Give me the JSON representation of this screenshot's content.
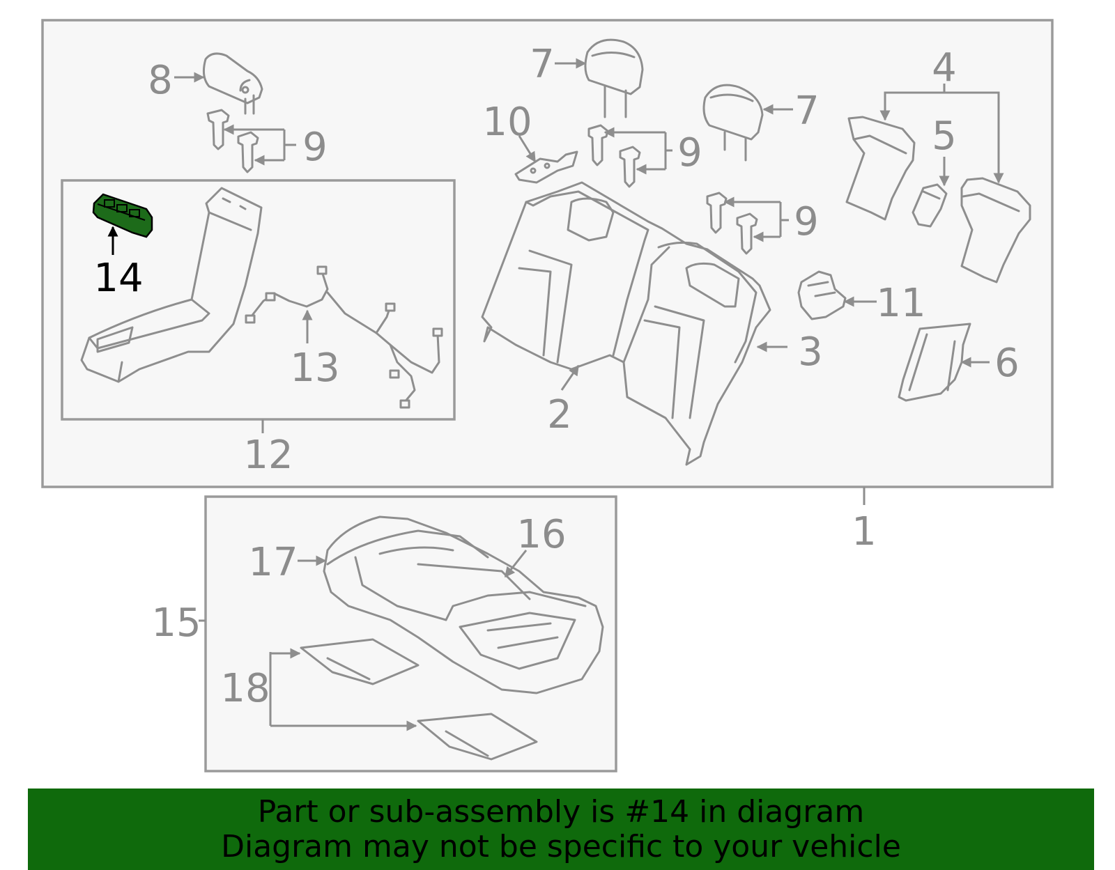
{
  "diagram": {
    "labels": {
      "l1": "1",
      "l2": "2",
      "l3": "3",
      "l4": "4",
      "l5": "5",
      "l6": "6",
      "l7a": "7",
      "l7b": "7",
      "l8": "8",
      "l9a": "9",
      "l9b": "9",
      "l9c": "9",
      "l10": "10",
      "l11": "11",
      "l12": "12",
      "l13": "13",
      "l14": "14",
      "l15": "15",
      "l16": "16",
      "l17": "17",
      "l18": "18"
    },
    "highlighted_part": "14",
    "highlight_color": "#0f6a0c"
  },
  "banner": {
    "line1": "Part or sub-assembly is #14 in diagram",
    "line2": "Diagram may not be specific to your vehicle",
    "background": "#0f6a0c"
  }
}
